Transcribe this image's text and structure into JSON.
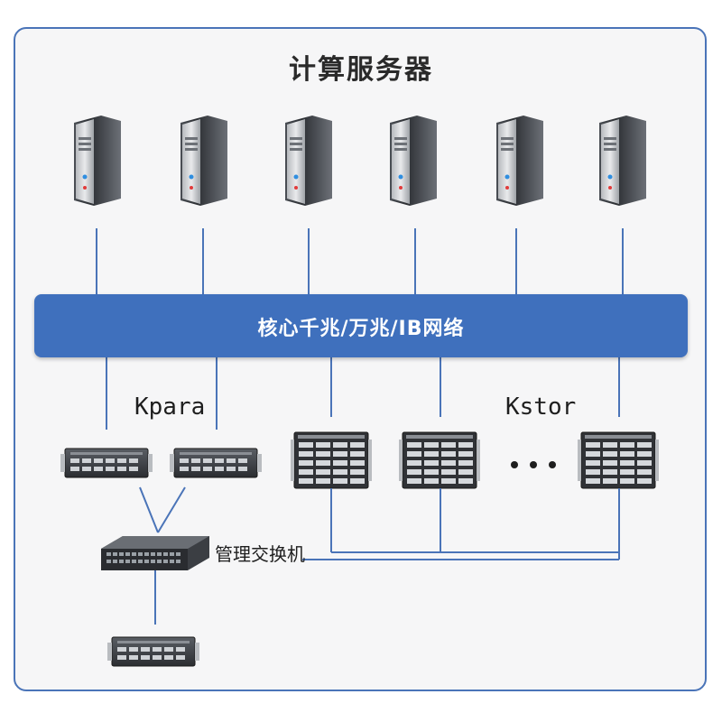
{
  "title": "计算服务器",
  "network_label": "核心千兆/万兆/IB网络",
  "kpara_label": "Kpara",
  "kstor_label": "Kstor",
  "switch_label": "管理交换机",
  "colors": {
    "frame_border": "#4a74b8",
    "network_bar": "#3f70bd",
    "line": "#4a74b8"
  }
}
